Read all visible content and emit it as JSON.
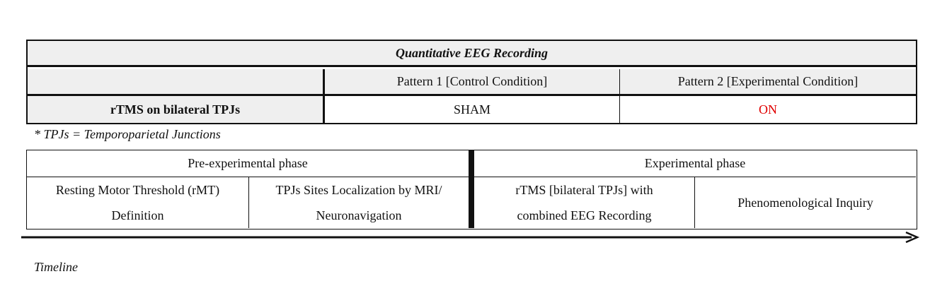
{
  "top_table": {
    "title": "Quantitative EEG Recording",
    "header_empty": "",
    "pattern1": "Pattern 1 [Control Condition]",
    "pattern2": "Pattern 2 [Experimental Condition]",
    "row_label": "rTMS on bilateral TPJs",
    "pattern1_value": "SHAM",
    "pattern2_value": "ON",
    "on_color": "#e00000"
  },
  "footnote": "* TPJs = Temporoparietal Junctions",
  "bottom_table": {
    "phase1": "Pre-experimental phase",
    "phase2": "Experimental phase",
    "step1_line1": "Resting Motor Threshold (rMT)",
    "step1_line2": "Definition",
    "step2_line1": "TPJs Sites Localization by MRI/",
    "step2_line2": "Neuronavigation",
    "step3_line1": "rTMS [bilateral TPJs] with",
    "step3_line2": "combined EEG Recording",
    "step4": "Phenomenological Inquiry"
  },
  "timeline_label": "Timeline",
  "arrow_icon": "arrow-right-icon"
}
